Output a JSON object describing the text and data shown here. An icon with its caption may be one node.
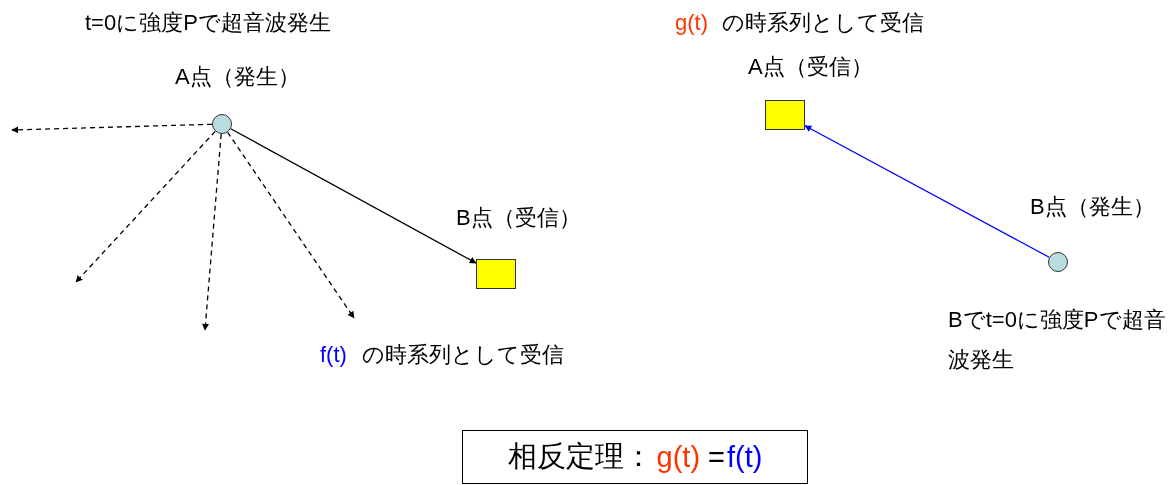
{
  "diagram": {
    "nodes": [
      {
        "text": [
          "A点（発生）"
        ]
      },
      {
        "text": [
          "B点（受信）"
        ]
      },
      {
        "text": [
          "A点（受信）"
        ]
      },
      {
        "text": [
          "B点（発生）"
        ]
      },
      {
        "text": [
          "相反定理：",
          "g(t)",
          "=",
          "f(t)"
        ]
      }
    ],
    "edges": [
      {
        "from": 0,
        "to": 1,
        "arrow": "to"
      },
      {
        "from": 0,
        "to": null,
        "arrow": "to",
        "style": "dashed"
      },
      {
        "from": 0,
        "to": null,
        "arrow": "to",
        "style": "dashed"
      },
      {
        "from": 0,
        "to": null,
        "arrow": "to",
        "style": "dashed"
      },
      {
        "from": 0,
        "to": null,
        "arrow": "to",
        "style": "dashed"
      },
      {
        "from": 3,
        "to": 2,
        "arrow": "to",
        "color": "#0000ff"
      }
    ],
    "labels": [
      "t=0に強度Pで超音波発生",
      "f(t)",
      "の時系列として受信",
      "g(t)",
      "の時系列として受信",
      "Bでt=0に強度Pで超音波発生"
    ]
  }
}
